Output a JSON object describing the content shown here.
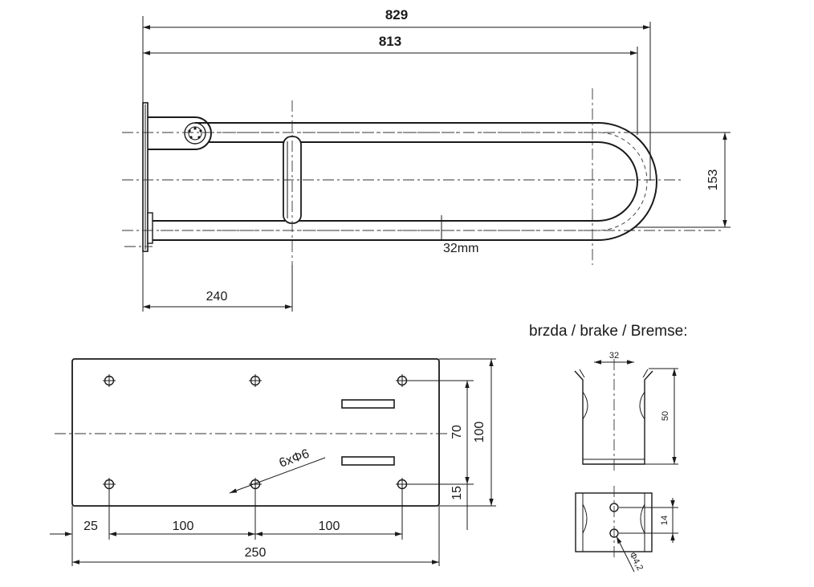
{
  "side_view": {
    "dim_overall": "829",
    "dim_length": "813",
    "dim_height": "153",
    "dim_pipe": "32mm",
    "dim_handle_pos": "240"
  },
  "plate_view": {
    "dim_inner": "70",
    "dim_outer": "100",
    "dim_bottom": "15",
    "dim_left": "25",
    "dim_span_a": "100",
    "dim_span_b": "100",
    "dim_width": "250",
    "holes_label": "6xΦ6"
  },
  "brake_view": {
    "title": "brzda / brake / Bremse:",
    "dim_width": "32",
    "dim_height": "50",
    "dim_hole_spacing": "14",
    "dim_hole_dia": "Φ4,2"
  }
}
